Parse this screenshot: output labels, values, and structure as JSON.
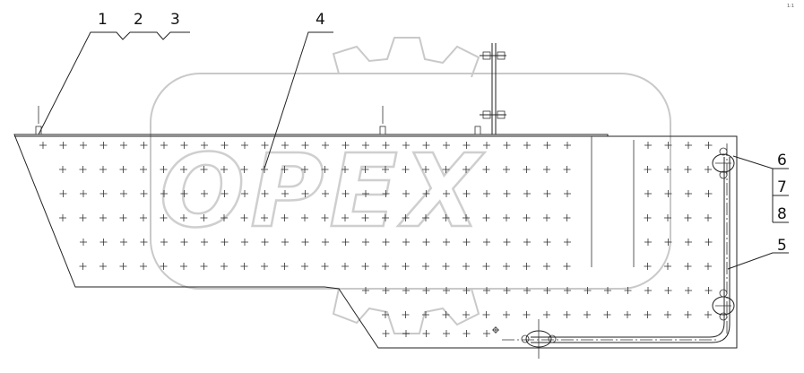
{
  "watermark": {
    "logo_text": "OPEX"
  },
  "corner_note": "1:1",
  "labels": {
    "l1": "1",
    "l2": "2",
    "l3": "3",
    "l4": "4",
    "l5": "5",
    "l6": "6",
    "l7": "7",
    "l8": "8"
  }
}
